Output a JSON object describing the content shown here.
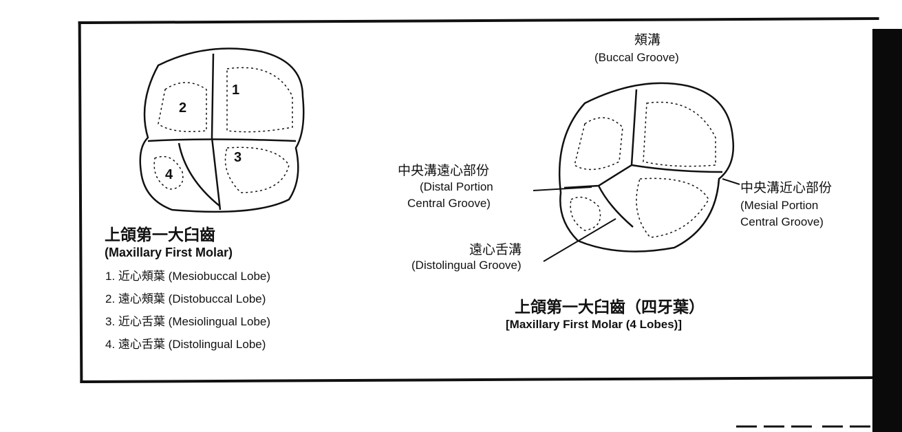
{
  "left_figure": {
    "lobe_numbers": [
      "1",
      "2",
      "3",
      "4"
    ],
    "title_zh": "上頜第一大臼齒",
    "title_en": "(Maxillary First Molar)",
    "lobes": [
      {
        "num": "1.",
        "zh": "近心頰葉",
        "en": "(Mesiobuccal Lobe)"
      },
      {
        "num": "2.",
        "zh": "遠心頰葉",
        "en": "(Distobuccal Lobe)"
      },
      {
        "num": "3.",
        "zh": "近心舌葉",
        "en": "(Mesiolingual Lobe)"
      },
      {
        "num": "4.",
        "zh": "遠心舌葉",
        "en": "(Distolingual Lobe)"
      }
    ]
  },
  "right_figure": {
    "buccal_groove": {
      "zh": "頰溝",
      "en": "(Buccal Groove)"
    },
    "distal_central": {
      "zh": "中央溝遠心部份",
      "en1": "(Distal Portion",
      "en2": "Central Groove)"
    },
    "mesial_central": {
      "zh": "中央溝近心部份",
      "en1": "(Mesial Portion",
      "en2": "Central Groove)"
    },
    "distolingual_groove": {
      "zh": "遠心舌溝",
      "en": "(Distolingual Groove)"
    },
    "title_zh": "上頜第一大臼齒（四牙葉）",
    "title_en": "[Maxillary First Molar (4 Lobes)]"
  }
}
